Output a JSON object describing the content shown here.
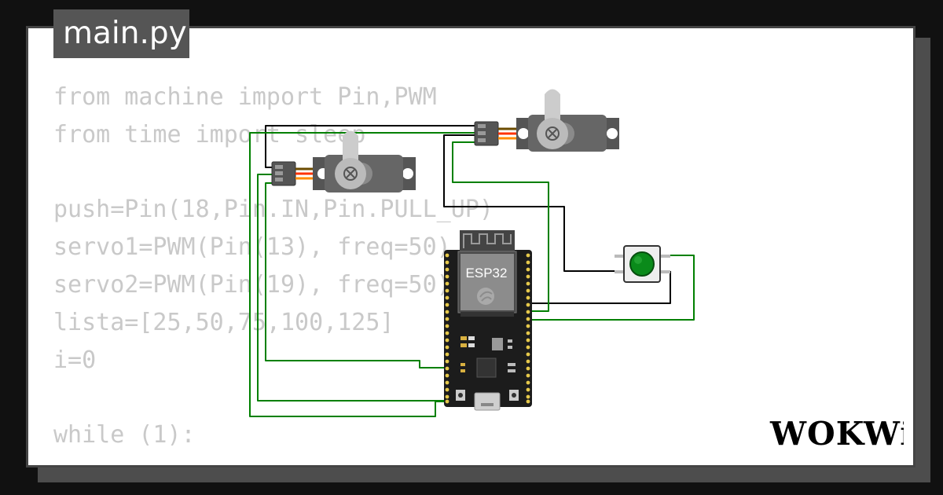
{
  "editor": {
    "filename": "main.py",
    "code_lines": [
      "from machine import Pin,PWM",
      "from time import sleep",
      "",
      "push=Pin(18,Pin.IN,Pin.PULL_UP)",
      "servo1=PWM(Pin(13), freq=50)",
      "servo2=PWM(Pin(19), freq=50)",
      "lista=[25,50,75,100,125]",
      "i=0",
      "",
      "while (1):"
    ]
  },
  "circuit": {
    "board_label": "ESP32",
    "components": [
      "servo-1",
      "servo-2",
      "pushbutton",
      "esp32-devkit"
    ],
    "wire_colors": {
      "ground": "#000000",
      "signal": "#008000",
      "servo_red": "#ff3300",
      "servo_orange": "#ff8c00"
    },
    "button_color": "#0a8a1a"
  },
  "brand": {
    "logo_text": "WOKWi"
  },
  "colors": {
    "background": "#111111",
    "card": "#ffffff",
    "tab": "#555555",
    "code_text": "#c9c9c9"
  }
}
